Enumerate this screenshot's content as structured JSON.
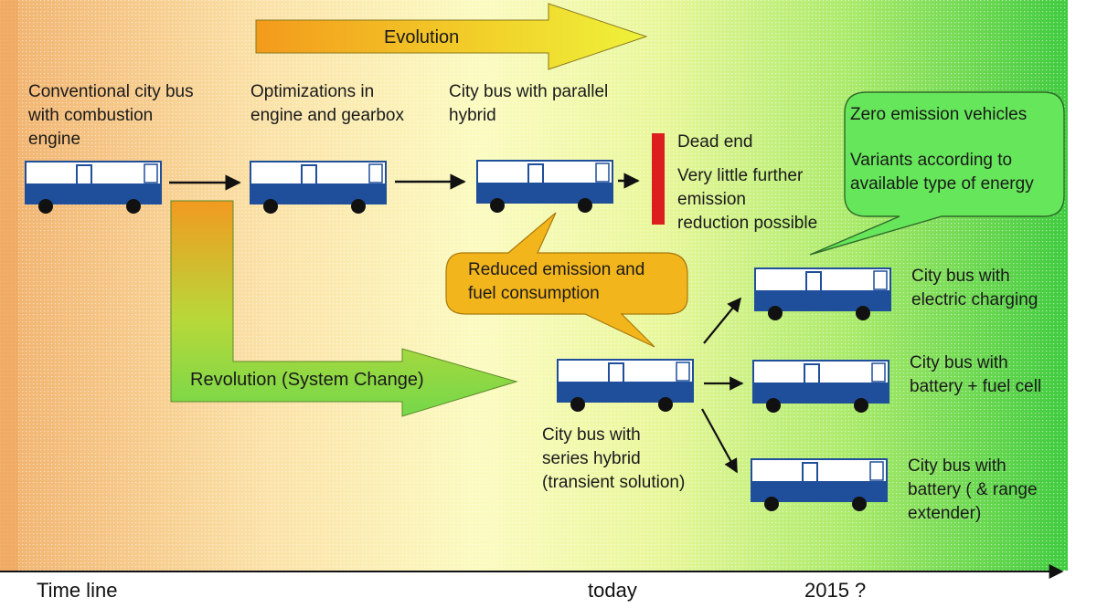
{
  "arrows": {
    "evolution": "Evolution",
    "revolution": "Revolution (System Change)"
  },
  "stages": {
    "conventional": "Conventional city bus\nwith combustion\nengine",
    "optimizations": "Optimizations in\nengine and gearbox",
    "parallel": "City bus with parallel\nhybrid",
    "series": "City bus with\nseries hybrid\n(transient solution)"
  },
  "dead_end": {
    "title": "Dead end",
    "text": "Very little further\nemission\nreduction possible"
  },
  "callouts": {
    "reduced": "Reduced emission and\nfuel consumption",
    "zero_title": "Zero emission vehicles",
    "zero_text": "Variants according to\navailable type of energy"
  },
  "targets": {
    "electric": "City bus with\nelectric charging",
    "fuelcell": "City bus with\nbattery + fuel cell",
    "battery": "City bus with\nbattery ( & range\nextender)"
  },
  "timeline": {
    "label": "Time line",
    "today": "today",
    "future": "2015 ?"
  },
  "colors": {
    "bus_blue": "#1f4e9a",
    "dead_end_red": "#dd1e1e",
    "background_left": "#f0b070",
    "background_right": "#3cc83c",
    "callout_orange": "#f3b51c",
    "callout_green": "#66e65a"
  }
}
